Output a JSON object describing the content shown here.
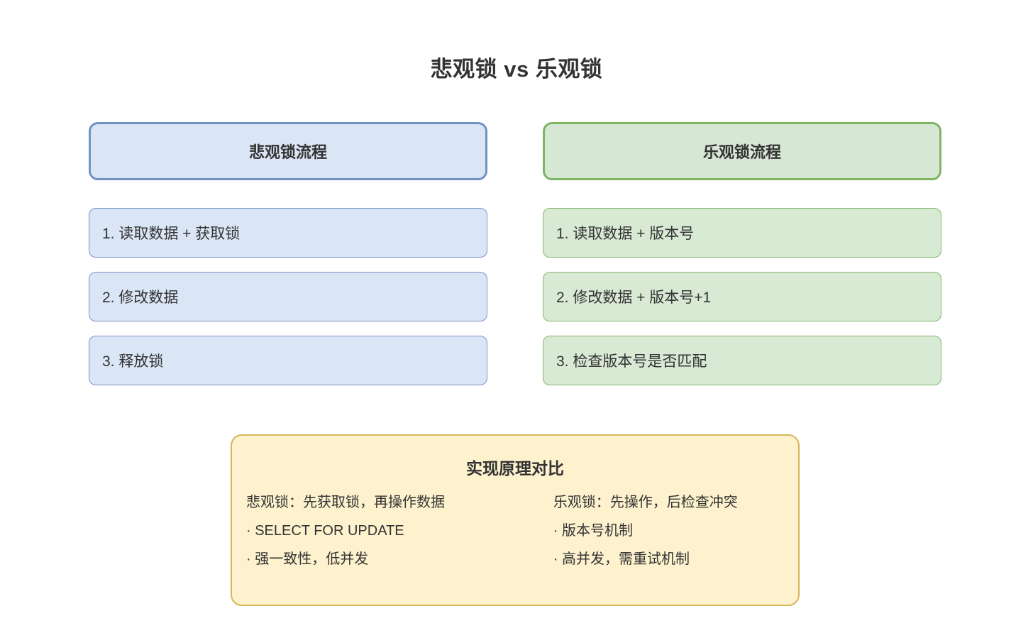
{
  "page": {
    "title": "悲观锁 vs 乐观锁",
    "background_color": "#ffffff",
    "text_color": "#333333"
  },
  "columns": [
    {
      "id": "pessimistic",
      "header": "悲观锁流程",
      "accent_fill": "#dae5f5",
      "accent_border": "#7292c4",
      "steps": [
        "1. 读取数据 + 获取锁",
        "2. 修改数据",
        "3. 释放锁"
      ]
    },
    {
      "id": "optimistic",
      "header": "乐观锁流程",
      "accent_fill": "#d6e7d3",
      "accent_border": "#80b465",
      "steps": [
        "1. 读取数据 + 版本号",
        "2. 修改数据 + 版本号+1",
        "3. 检查版本号是否匹配"
      ]
    }
  ],
  "summary": {
    "title": "实现原理对比",
    "fill": "#fdf2cd",
    "border": "#d6b656",
    "left": {
      "heading": "悲观锁：先获取锁，再操作数据",
      "bullets": [
        "· SELECT FOR UPDATE",
        "· 强一致性，低并发"
      ]
    },
    "right": {
      "heading": "乐观锁：先操作，后检查冲突",
      "bullets": [
        "· 版本号机制",
        "· 高并发，需重试机制"
      ]
    }
  }
}
